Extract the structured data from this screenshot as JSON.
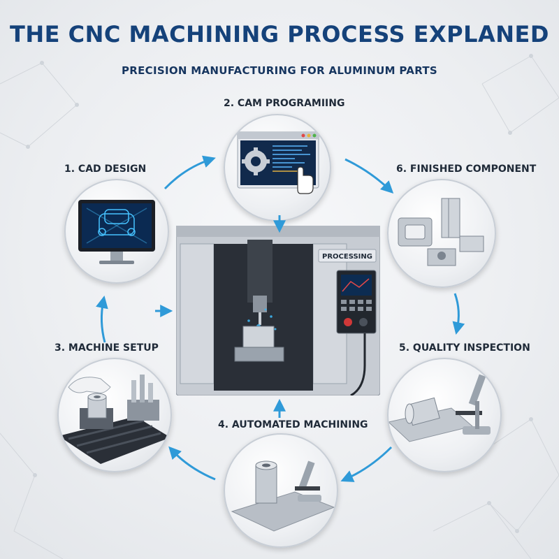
{
  "header": {
    "title": "THE CNC MACHINING PROCESS EXPLANED",
    "subtitle": "PRECISION MANUFACTURING FOR ALUMINUM PARTS"
  },
  "steps": [
    {
      "label": "1. CAD DESIGN"
    },
    {
      "label": "2. CAM PROGRAMIING"
    },
    {
      "label": "3. MACHINE SETUP"
    },
    {
      "label": "4. AUTOMATED MACHINING"
    },
    {
      "label": "5. QUALITY INSPECTION"
    },
    {
      "label": "6. FINISHED COMPONENT"
    }
  ],
  "machine": {
    "badge": "PROCESSING"
  },
  "colors": {
    "title": "#15427a",
    "arrow": "#2f9ad8",
    "machine_body": "#c7ccd3",
    "screen_glow": "#3fb4f0"
  }
}
